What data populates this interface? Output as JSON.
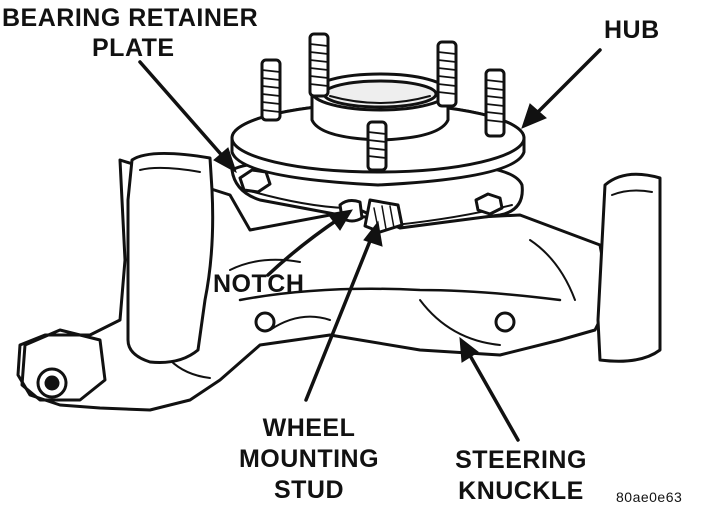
{
  "labels": {
    "bearing_retainer_plate_line1": "BEARING RETAINER",
    "bearing_retainer_plate_line2": "PLATE",
    "hub": "HUB",
    "notch": "NOTCH",
    "wheel_mounting_stud_line1": "WHEEL",
    "wheel_mounting_stud_line2": "MOUNTING",
    "wheel_mounting_stud_line3": "STUD",
    "steering_knuckle_line1": "STEERING",
    "steering_knuckle_line2": "KNUCKLE"
  },
  "figure_code": "80ae0e63"
}
